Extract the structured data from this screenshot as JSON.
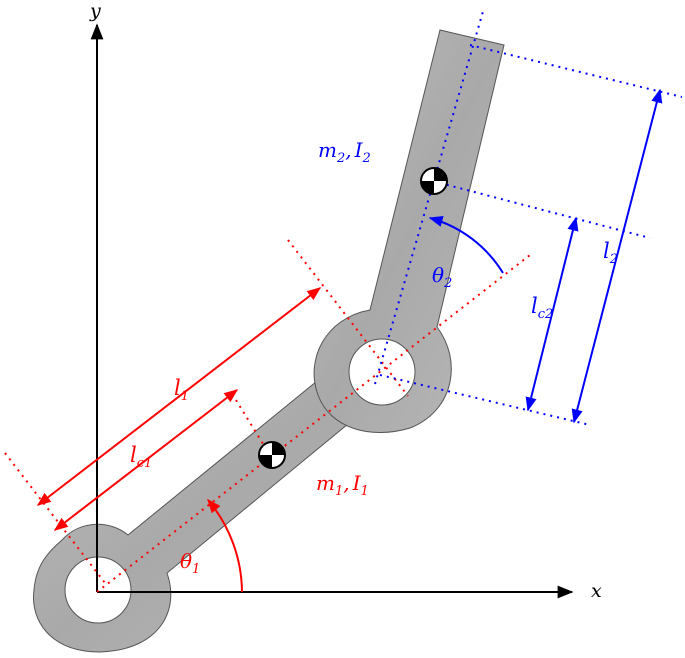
{
  "axes": {
    "x_label": "x",
    "y_label": "y"
  },
  "link1": {
    "mass_inertia": {
      "m": "m",
      "m_sub": "1",
      "sep": ",",
      "i": "I",
      "i_sub": "1"
    },
    "length": {
      "base": "l",
      "sub": "1"
    },
    "com_length": {
      "base": "l",
      "sub": "c1"
    },
    "angle": {
      "base": "θ",
      "sub": "1"
    }
  },
  "link2": {
    "mass_inertia": {
      "m": "m",
      "m_sub": "2",
      "sep": ",",
      "i": "I",
      "i_sub": "2"
    },
    "length": {
      "base": "l",
      "sub": "2"
    },
    "com_length": {
      "base": "l",
      "sub": "c2"
    },
    "angle": {
      "base": "θ",
      "sub": "2"
    }
  },
  "colors": {
    "link1_annotations": "#ff0000",
    "link2_annotations": "#0000ff",
    "link_fill": "#b4b4b4",
    "axes": "#000000"
  }
}
